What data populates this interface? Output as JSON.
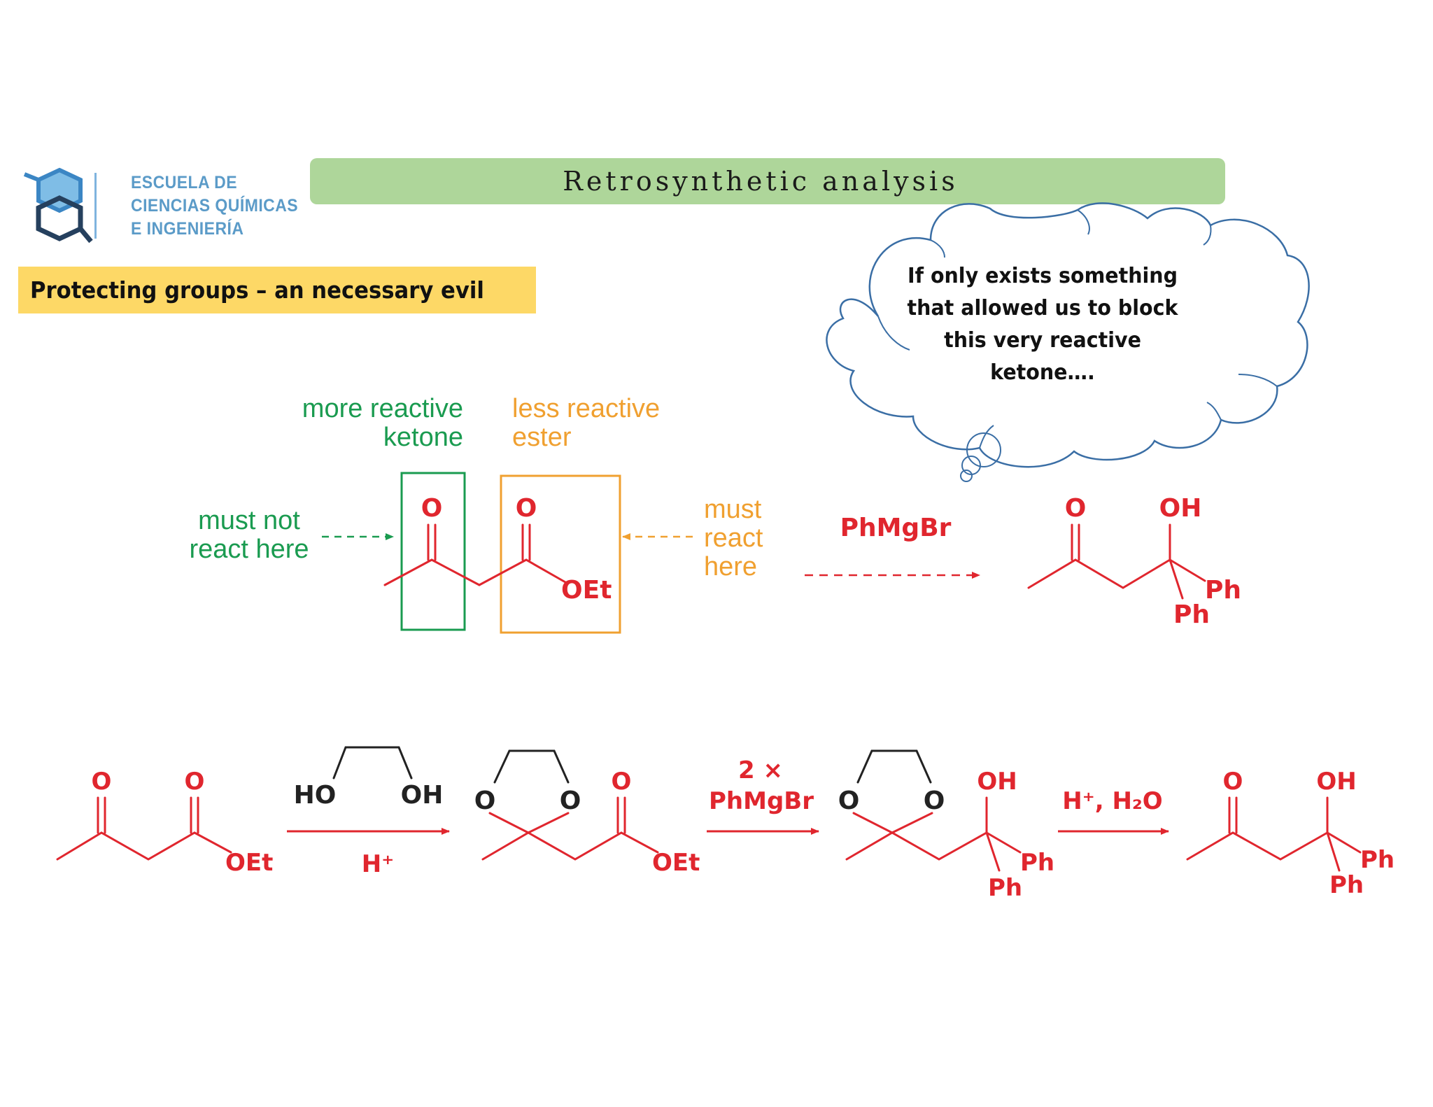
{
  "logo": {
    "line1": "ESCUELA DE",
    "line2": "CIENCIAS QUÍMICAS",
    "line3": "E INGENIERÍA"
  },
  "title": "Retrosynthetic analysis",
  "subtitle": "Protecting groups – an necessary evil",
  "thought_bubble": {
    "line1": "If only exists something",
    "line2": "that allowed us to block",
    "line3": "this very reactive",
    "line4": "ketone…."
  },
  "top_scheme": {
    "more_reactive_line1": "more reactive",
    "more_reactive_line2": "ketone",
    "less_reactive_line1": "less reactive",
    "less_reactive_line2": "ester",
    "must_not_line1": "must not",
    "must_not_line2": "react here",
    "must_line1": "must",
    "must_line2": "react",
    "must_line3": "here",
    "reagent": "PhMgBr",
    "atom_O": "O",
    "atom_OEt": "OEt",
    "atom_OH": "OH",
    "atom_Ph": "Ph"
  },
  "bottom_scheme": {
    "diol_HO": "HO",
    "diol_OH": "OH",
    "acid": "H⁺",
    "grignard_count": "2 ×",
    "grignard": "PhMgBr",
    "hydrolysis": "H⁺, H₂O",
    "atom_O": "O",
    "atom_OEt": "OEt",
    "atom_OH": "OH",
    "atom_Ph": "Ph"
  },
  "colors": {
    "title_bar": "#aed69a",
    "subtitle_bar": "#fdd866",
    "green": "#1a9b50",
    "orange": "#f0a030",
    "red": "#e0262e",
    "cloud_stroke": "#3a6ea5",
    "logo_blue": "#5b9bc8"
  }
}
